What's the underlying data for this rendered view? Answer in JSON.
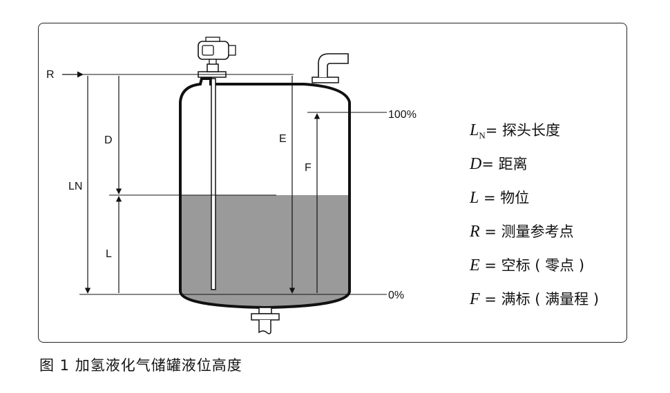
{
  "diagram": {
    "labels": {
      "R": "R",
      "D": "D",
      "E": "E",
      "F": "F",
      "LN": "LN",
      "L": "L",
      "pct100": "100%",
      "pct0": "0%"
    }
  },
  "legend": [
    {
      "symbol": "L",
      "sub": "N",
      "text": "= 探头长度"
    },
    {
      "symbol": "D",
      "sub": "",
      "text": "= 距离"
    },
    {
      "symbol": "L",
      "sub": "",
      "text": " = 物位"
    },
    {
      "symbol": "R",
      "sub": "",
      "text": " = 测量参考点"
    },
    {
      "symbol": "E",
      "sub": "",
      "text": " = 空标 ( 零点 )"
    },
    {
      "symbol": "F",
      "sub": "",
      "text": " = 满标 ( 满量程 )"
    }
  ],
  "caption": {
    "text": "图 1  加氢液化气储罐液位高度"
  }
}
